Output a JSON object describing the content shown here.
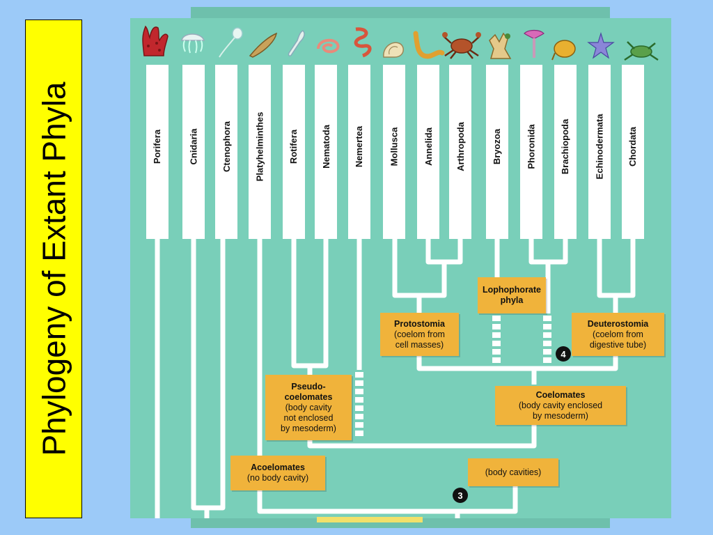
{
  "slide": {
    "title": "Phylogeny of Extant Phyla"
  },
  "phyla": [
    {
      "name": "Porifera",
      "icon": "sponge-icon"
    },
    {
      "name": "Cnidaria",
      "icon": "jellyfish-icon"
    },
    {
      "name": "Ctenophora",
      "icon": "comb-jelly-icon"
    },
    {
      "name": "Platyhelminthes",
      "icon": "flatworm-icon"
    },
    {
      "name": "Rotifera",
      "icon": "rotifer-icon"
    },
    {
      "name": "Nematoda",
      "icon": "roundworm-icon"
    },
    {
      "name": "Nemertea",
      "icon": "ribbon-worm-icon"
    },
    {
      "name": "Mollusca",
      "icon": "snail-icon"
    },
    {
      "name": "Annelida",
      "icon": "segmented-worm-icon"
    },
    {
      "name": "Arthropoda",
      "icon": "crab-icon"
    },
    {
      "name": "Bryozoa",
      "icon": "moss-animal-icon"
    },
    {
      "name": "Phoronida",
      "icon": "horseshoe-worm-icon"
    },
    {
      "name": "Brachiopoda",
      "icon": "lamp-shell-icon"
    },
    {
      "name": "Echinodermata",
      "icon": "starfish-icon"
    },
    {
      "name": "Chordata",
      "icon": "frog-icon"
    }
  ],
  "groups": {
    "lophophorate": {
      "title": "Lophophorate",
      "title2": "phyla"
    },
    "protostomia": {
      "title": "Protostomia",
      "desc1": "(coelom from",
      "desc2": "cell masses)"
    },
    "deuterostomia": {
      "title": "Deuterostomia",
      "desc1": "(coelom from",
      "desc2": "digestive tube)"
    },
    "pseudocoelomates": {
      "title1": "Pseudo-",
      "title2": "coelomates",
      "desc1": "(body cavity",
      "desc2": "not enclosed",
      "desc3": "by mesoderm)"
    },
    "coelomates": {
      "title": "Coelomates",
      "desc1": "(body cavity enclosed",
      "desc2": "by mesoderm)"
    },
    "acoelomates": {
      "title": "Acoelomates",
      "desc1": "(no body cavity)"
    },
    "body_cavities": {
      "desc1": "(body cavities)"
    }
  },
  "markers": {
    "three": "3",
    "four": "4"
  },
  "colors": {
    "slide_background": "#9ccaf8",
    "title_box": "#ffff00",
    "diagram_background": "#79cfb9",
    "label_box": "#f0b33b",
    "branch": "#ffffff"
  }
}
